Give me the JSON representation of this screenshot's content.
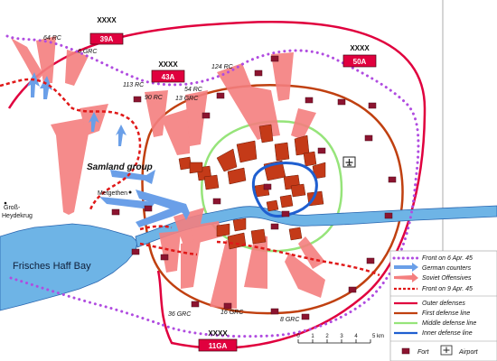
{
  "colors": {
    "water": "#6eb4e6",
    "outer_defense": "#e0003e",
    "first_defense": "#c04010",
    "middle_defense": "#96e47a",
    "inner_defense": "#1f5fd0",
    "front_6_apr": "#b04ce0",
    "front_9_apr": "#e01818",
    "soviet_offensive": "#f47f7f",
    "german_counter": "#6a9fe8",
    "city_block": "#c43a18",
    "fort": "#8c1430"
  },
  "army_markers": [
    {
      "echelon": "XXXX",
      "name": "39A"
    },
    {
      "echelon": "XXXX",
      "name": "43A"
    },
    {
      "echelon": "XXXX",
      "name": "50A"
    },
    {
      "echelon": "XXXX",
      "name": "11GA"
    }
  ],
  "corps_labels": [
    "64 RC",
    "6 GRC",
    "113 RC",
    "90 RC",
    "124 RC",
    "54 RC",
    "13 GRC",
    "36 GRC",
    "16 GRC",
    "8 GRC"
  ],
  "places": {
    "samland": "Samland group",
    "metgethen": "Metgethen",
    "gross": "Groß-",
    "heydekrug": "Heydekrug",
    "bay": "Frisches Haff Bay"
  },
  "legend": {
    "items": [
      {
        "type": "purple-dots",
        "label": "Front on 6 Apr. 45"
      },
      {
        "type": "blue-arrow",
        "label": "German counters"
      },
      {
        "type": "red-arrow",
        "label": "Soviet Offensives"
      },
      {
        "type": "red-dots",
        "label": "Front on 9 Apr. 45"
      },
      {
        "type": "outer-line",
        "label": "Outer defenses"
      },
      {
        "type": "first-line",
        "label": "First defense line"
      },
      {
        "type": "middle-line",
        "label": "Middle defense line"
      },
      {
        "type": "inner-line",
        "label": "Inner defense line"
      }
    ],
    "fort_label": "Fort",
    "airport_label": "Airport"
  },
  "scale_bar": {
    "ticks": [
      "0",
      "1",
      "2",
      "3",
      "4",
      "5 km"
    ]
  }
}
